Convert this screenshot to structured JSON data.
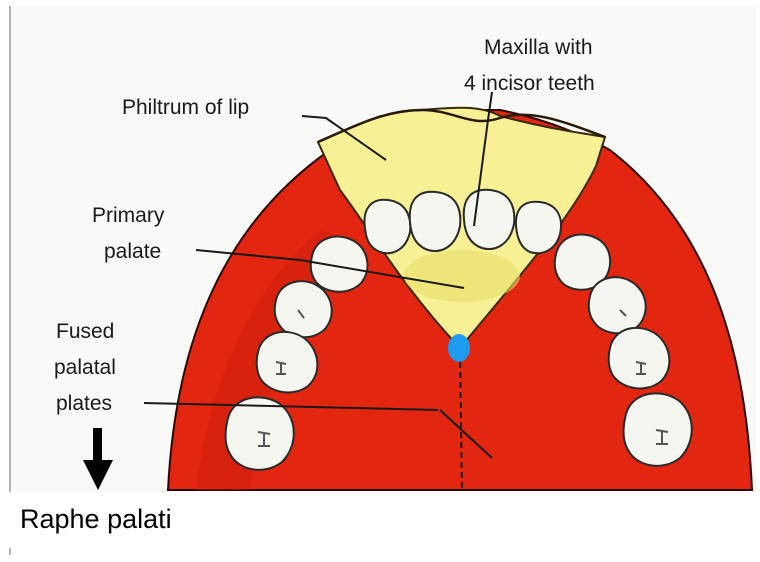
{
  "diagram": {
    "labels": {
      "maxilla_line1": "Maxilla with",
      "maxilla_line2": "4 incisor teeth",
      "philtrum": "Philtrum of lip",
      "primary_line1": "Primary",
      "primary_line2": "palate",
      "fused_line1": "Fused",
      "fused_line2": "palatal",
      "fused_line3": "plates"
    },
    "caption": "Raphe palati",
    "colors": {
      "palate_red": "#e2260f",
      "palate_dark": "#c9200c",
      "primary_palate": "#f7f095",
      "teeth": "#f6f6f1",
      "marker": "#1e9bf0",
      "arrow": "#000000",
      "background": "#f9f9f7"
    }
  }
}
